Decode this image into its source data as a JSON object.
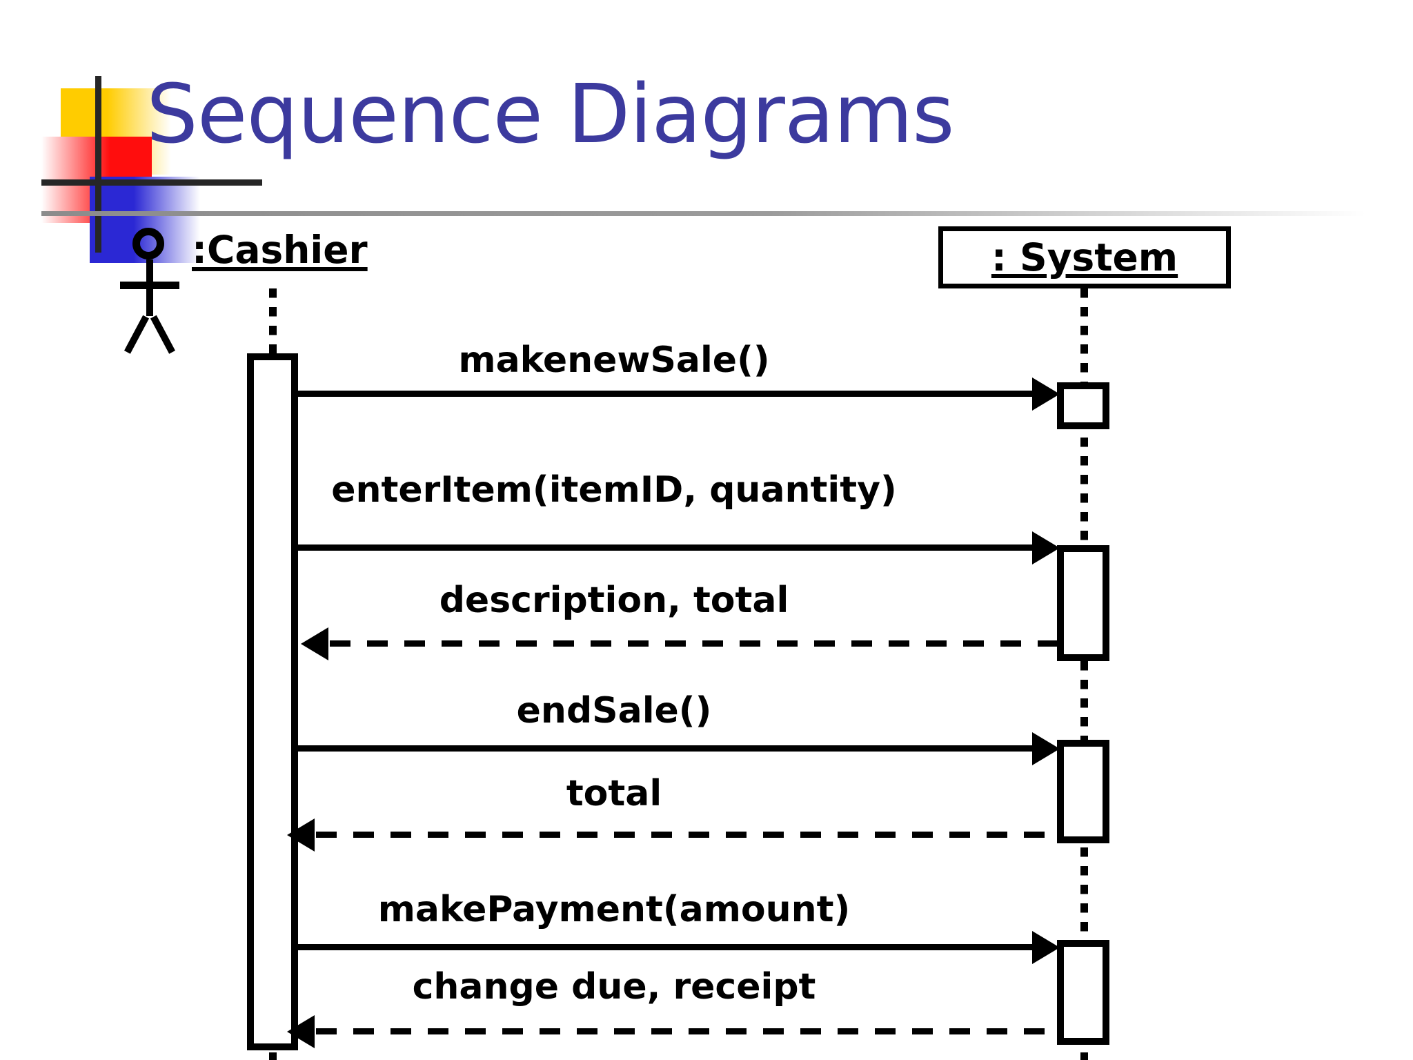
{
  "slide": {
    "title": "Sequence Diagrams",
    "background_color": "#ffffff",
    "title_color": "#3c3a9e",
    "rule_color": "#8c8c8c"
  },
  "logo": {
    "name": "decorative-logo",
    "squares": [
      {
        "name": "yellow-square",
        "color": "#ffcc00"
      },
      {
        "name": "red-square",
        "color": "#ff0d0d"
      },
      {
        "name": "blue-square",
        "color": "#2b28d4"
      }
    ],
    "crosshair_color": "#262626"
  },
  "diagram": {
    "type": "uml-sequence-diagram",
    "participants": [
      {
        "id": "cashier",
        "label": ":Cashier",
        "kind": "actor",
        "icon": "stick-figure-actor-icon",
        "underlined": true
      },
      {
        "id": "system",
        "label": ": System",
        "kind": "object",
        "boxed": true,
        "underlined": true
      }
    ],
    "messages": [
      {
        "seq": 1,
        "label": "makenewSale()",
        "from": "cashier",
        "to": "system",
        "style": "solid",
        "direction": "right"
      },
      {
        "seq": 2,
        "label": "enterItem(itemID, quantity)",
        "from": "cashier",
        "to": "system",
        "style": "solid",
        "direction": "right"
      },
      {
        "seq": 3,
        "label": "description, total",
        "from": "system",
        "to": "cashier",
        "style": "dashed",
        "direction": "left"
      },
      {
        "seq": 4,
        "label": "endSale()",
        "from": "cashier",
        "to": "system",
        "style": "solid",
        "direction": "right"
      },
      {
        "seq": 5,
        "label": "total",
        "from": "system",
        "to": "cashier",
        "style": "dashed",
        "direction": "left"
      },
      {
        "seq": 6,
        "label": "makePayment(amount)",
        "from": "cashier",
        "to": "system",
        "style": "solid",
        "direction": "right"
      },
      {
        "seq": 7,
        "label": "change due, receipt",
        "from": "system",
        "to": "cashier",
        "style": "dashed",
        "direction": "left"
      }
    ]
  }
}
